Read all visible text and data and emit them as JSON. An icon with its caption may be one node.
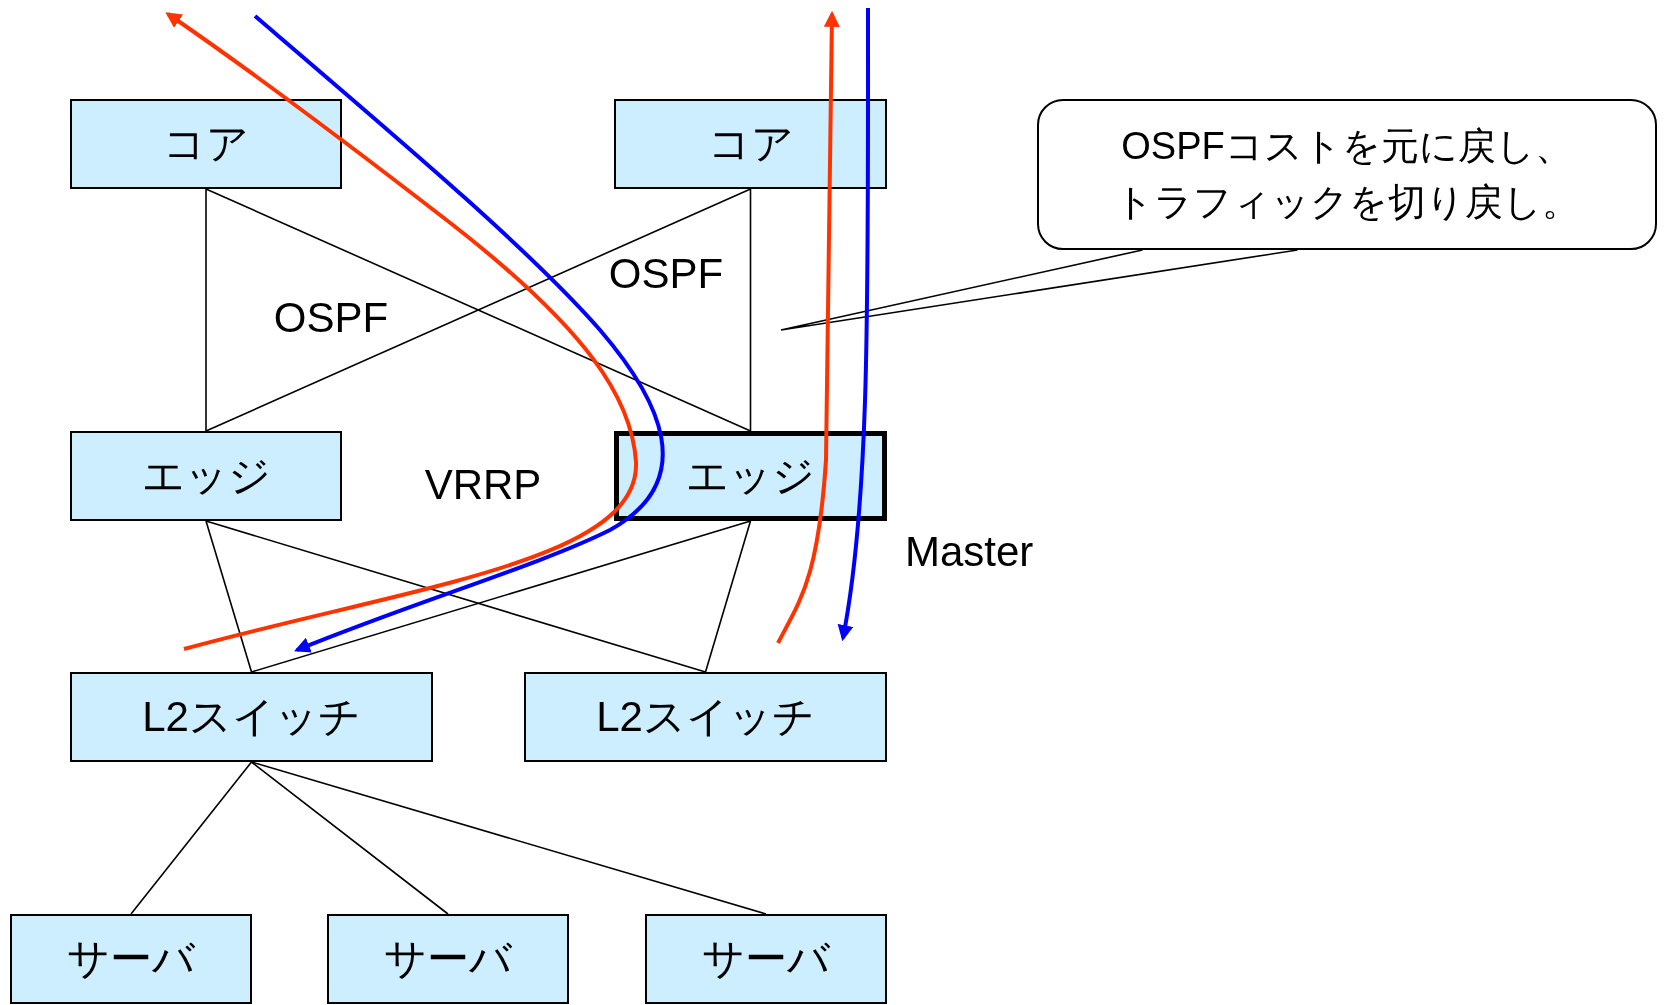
{
  "diagram": {
    "nodes": [
      {
        "text": [
          "コア"
        ]
      },
      {
        "text": [
          "コア"
        ]
      },
      {
        "text": [
          "OSPFコストを元に戻し、トラフィックを切り戻し。"
        ]
      },
      {
        "text": [
          "エッジ"
        ]
      },
      {
        "text": [
          "エッジ"
        ],
        "beside": [
          "Master"
        ]
      },
      {
        "text": [
          "L2スイッチ"
        ]
      },
      {
        "text": [
          "L2スイッチ"
        ]
      },
      {
        "text": [
          "サーバ"
        ]
      },
      {
        "text": [
          "サーバ"
        ]
      },
      {
        "text": [
          "サーバ"
        ]
      }
    ],
    "edges": [
      {
        "from": 0,
        "to": 3,
        "arrow": "none"
      },
      {
        "from": 0,
        "to": 4,
        "arrow": "none"
      },
      {
        "from": 1,
        "to": 3,
        "arrow": "none"
      },
      {
        "from": 1,
        "to": 4,
        "arrow": "none"
      },
      {
        "from": 3,
        "to": 5,
        "arrow": "none"
      },
      {
        "from": 3,
        "to": 6,
        "arrow": "none"
      },
      {
        "from": 4,
        "to": 5,
        "arrow": "none"
      },
      {
        "from": 4,
        "to": 6,
        "arrow": "none"
      },
      {
        "from": 5,
        "to": 7,
        "arrow": "none"
      },
      {
        "from": 5,
        "to": 8,
        "arrow": "none"
      },
      {
        "from": 5,
        "to": 9,
        "arrow": "none"
      },
      {
        "from": 2,
        "to": null,
        "arrow": "none"
      }
    ],
    "labels": [
      "OSPF",
      "OSPF",
      "VRRP"
    ]
  }
}
